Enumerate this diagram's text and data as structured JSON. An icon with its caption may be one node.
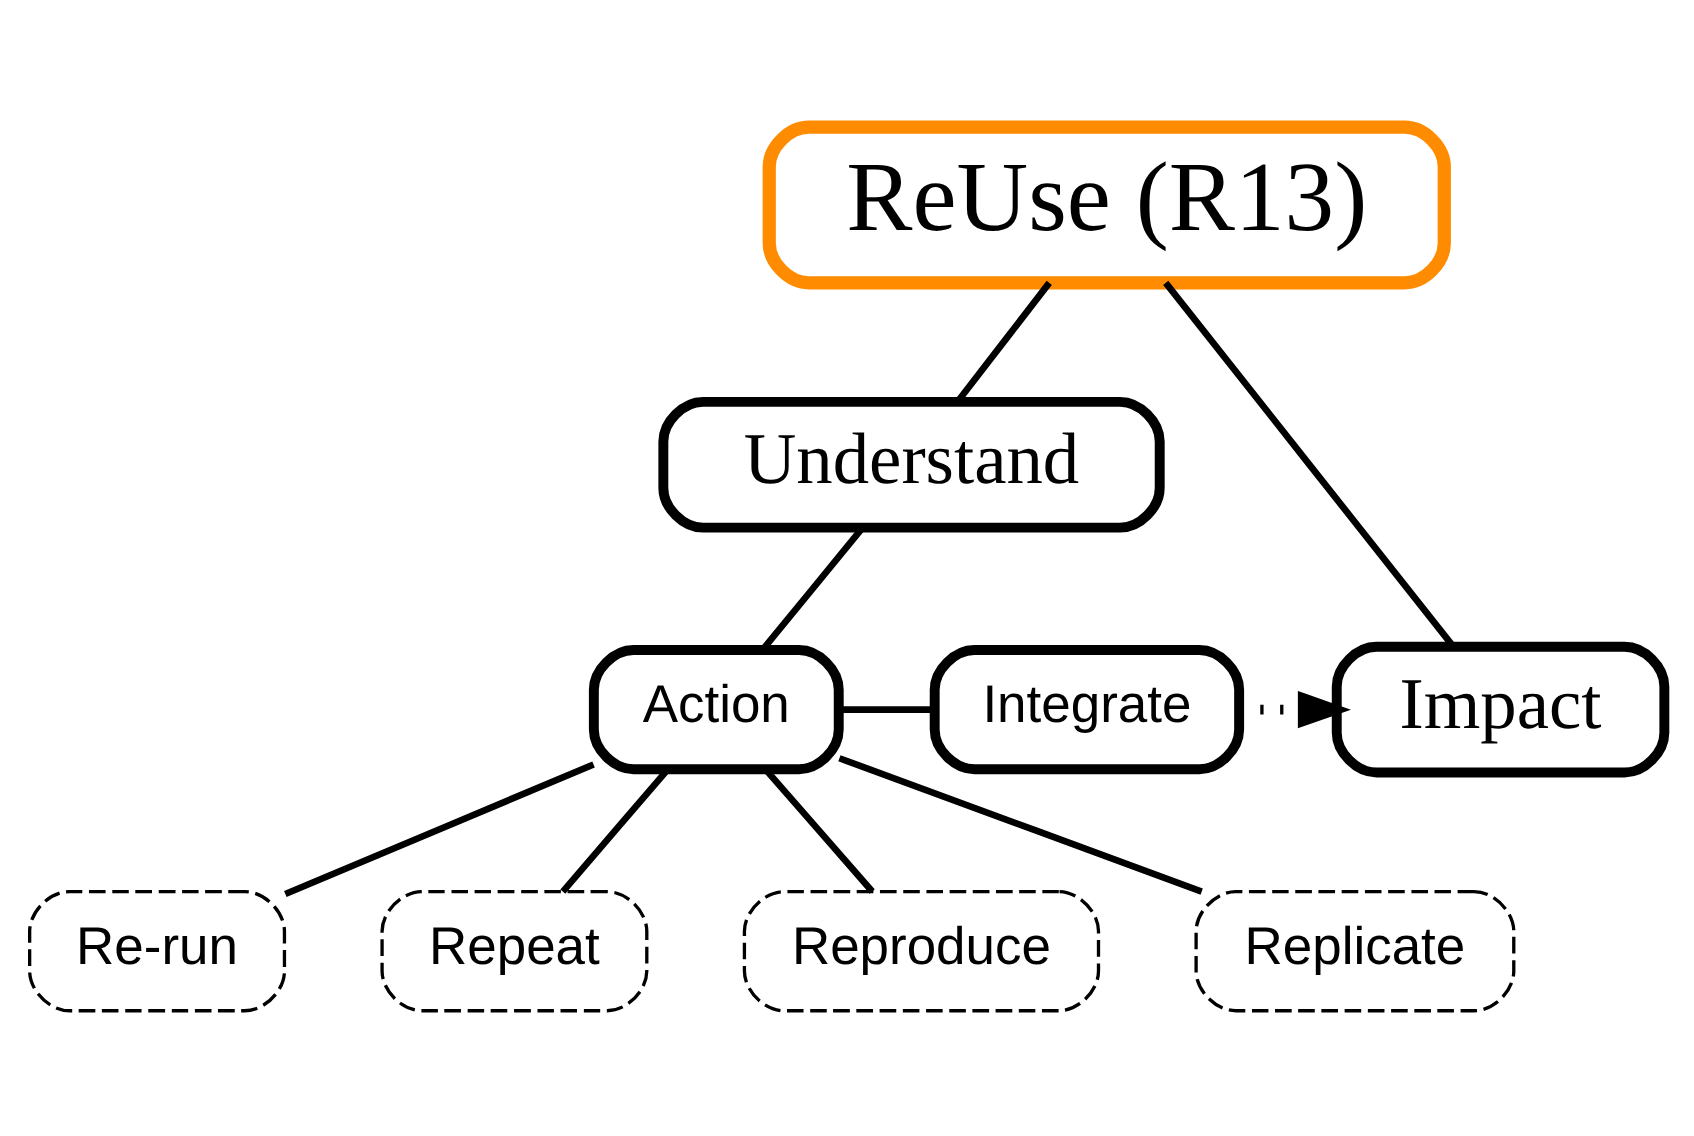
{
  "diagram": {
    "nodes": [
      {
        "text": [
          "ReUse (R13)"
        ]
      },
      {
        "text": [
          "Understand"
        ]
      },
      {
        "text": [
          "Action"
        ]
      },
      {
        "text": [
          "Integrate"
        ]
      },
      {
        "text": [
          "Impact"
        ]
      },
      {
        "text": [
          "Re-run"
        ]
      },
      {
        "text": [
          "Repeat"
        ]
      },
      {
        "text": [
          "Reproduce"
        ]
      },
      {
        "text": [
          "Replicate"
        ]
      }
    ],
    "edges": [
      {
        "from": 0,
        "to": 1,
        "arrow": "none"
      },
      {
        "from": 0,
        "to": 4,
        "arrow": "none"
      },
      {
        "from": 1,
        "to": 2,
        "arrow": "none"
      },
      {
        "from": 2,
        "to": 3,
        "arrow": "none"
      },
      {
        "from": 3,
        "to": 4,
        "arrow": "to",
        "style": "dashed"
      },
      {
        "from": 2,
        "to": 5,
        "arrow": "none"
      },
      {
        "from": 2,
        "to": 6,
        "arrow": "none"
      },
      {
        "from": 2,
        "to": 7,
        "arrow": "none"
      },
      {
        "from": 2,
        "to": 8,
        "arrow": "none"
      }
    ]
  }
}
